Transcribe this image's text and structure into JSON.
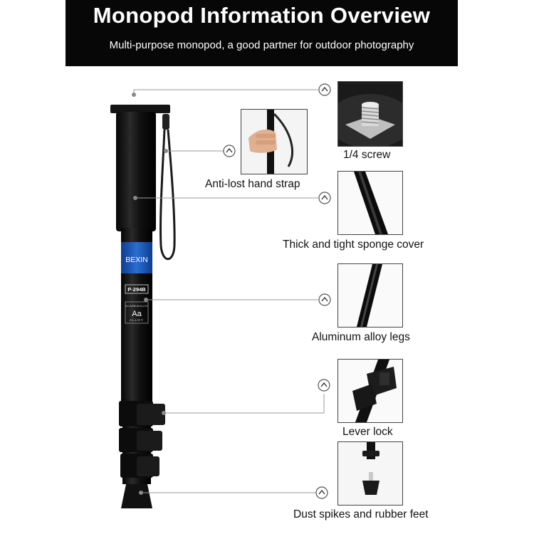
{
  "header": {
    "title": "Monopod Information Overview",
    "subtitle": "Multi-purpose monopod, a good partner for outdoor photography"
  },
  "product": {
    "brand_label": "BEXIN",
    "model_label": "P-294B",
    "material_code": "Aa",
    "material_label": "ALLOY",
    "material_caption": "ALUMINIUM ALLOY"
  },
  "features": [
    {
      "label": "1/4 screw"
    },
    {
      "label": "Anti-lost hand strap"
    },
    {
      "label": "Thick and tight sponge cover"
    },
    {
      "label": "Aluminum alloy legs"
    },
    {
      "label": "Lever lock"
    },
    {
      "label": "Dust spikes and rubber feet"
    }
  ],
  "colors": {
    "banner": "#070707",
    "accent_blue": "#1f5fbf",
    "leader_line": "#9a9a9a"
  },
  "icons": [
    "up-arrow-icon"
  ]
}
